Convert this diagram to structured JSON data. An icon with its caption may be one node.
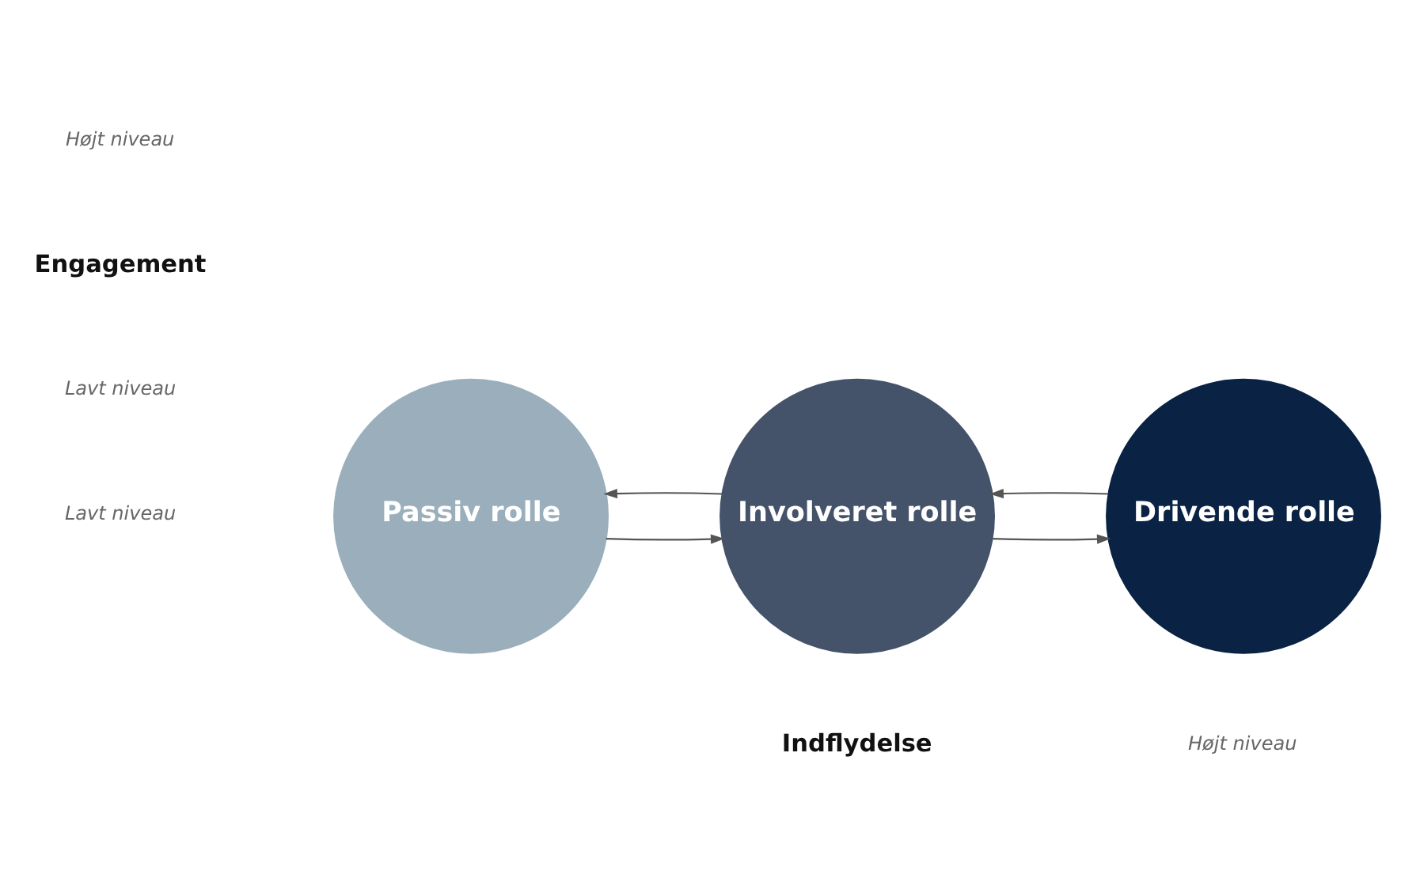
{
  "diagram": {
    "nodes": [
      {
        "text": [
          "Passiv rolle"
        ]
      },
      {
        "text": [
          "Involveret rolle"
        ]
      },
      {
        "text": [
          "Drivende rolle"
        ]
      }
    ],
    "edges": [
      {
        "from": 0,
        "to": 1,
        "arrow": "to"
      },
      {
        "from": 1,
        "to": 2,
        "arrow": "to"
      },
      {
        "from": 2,
        "to": 1,
        "arrow": "to"
      },
      {
        "from": 1,
        "to": 0,
        "arrow": "to"
      }
    ],
    "labels": [
      "Højt niveau",
      "Engagement",
      "Lavt niveau",
      "Lavt niveau",
      "Indflydelse",
      "Højt niveau"
    ]
  }
}
